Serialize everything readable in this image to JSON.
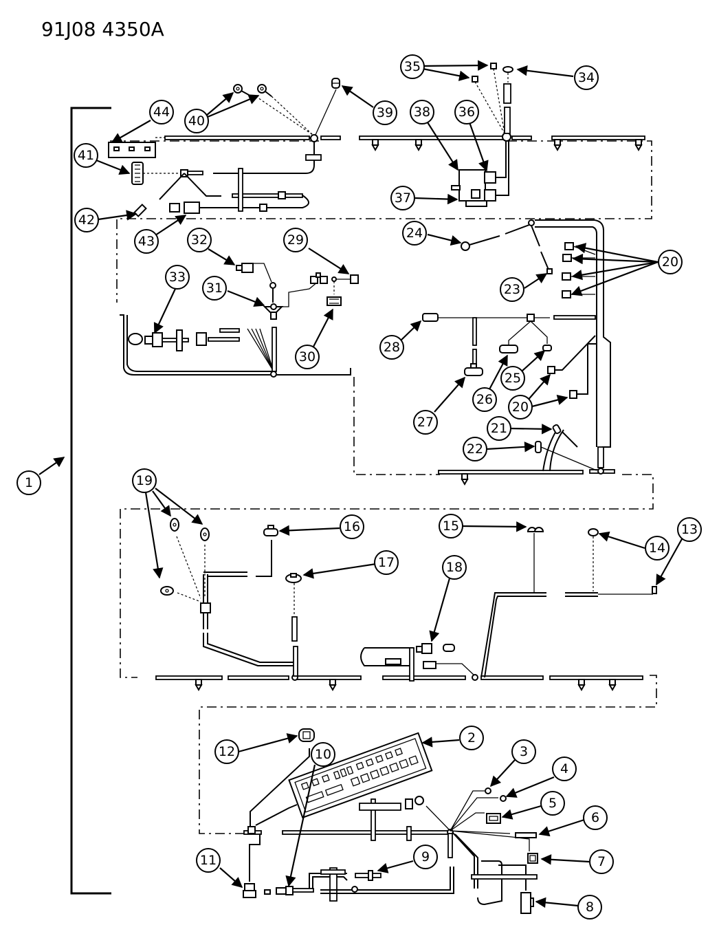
{
  "title": "91J08 4350A",
  "colors": {
    "ink": "#000000",
    "paper": "#ffffff"
  },
  "callouts": [
    {
      "id": "1",
      "label": "1"
    },
    {
      "id": "2",
      "label": "2"
    },
    {
      "id": "3",
      "label": "3"
    },
    {
      "id": "4",
      "label": "4"
    },
    {
      "id": "5",
      "label": "5"
    },
    {
      "id": "6",
      "label": "6"
    },
    {
      "id": "7",
      "label": "7"
    },
    {
      "id": "8",
      "label": "8"
    },
    {
      "id": "9",
      "label": "9"
    },
    {
      "id": "10",
      "label": "10"
    },
    {
      "id": "11",
      "label": "11"
    },
    {
      "id": "12",
      "label": "12"
    },
    {
      "id": "13",
      "label": "13"
    },
    {
      "id": "14",
      "label": "14"
    },
    {
      "id": "15",
      "label": "15"
    },
    {
      "id": "16",
      "label": "16"
    },
    {
      "id": "17",
      "label": "17"
    },
    {
      "id": "18",
      "label": "18"
    },
    {
      "id": "19",
      "label": "19"
    },
    {
      "id": "20a",
      "label": "20"
    },
    {
      "id": "20b",
      "label": "20"
    },
    {
      "id": "21",
      "label": "21"
    },
    {
      "id": "22",
      "label": "22"
    },
    {
      "id": "23",
      "label": "23"
    },
    {
      "id": "24",
      "label": "24"
    },
    {
      "id": "25",
      "label": "25"
    },
    {
      "id": "26",
      "label": "26"
    },
    {
      "id": "27",
      "label": "27"
    },
    {
      "id": "28",
      "label": "28"
    },
    {
      "id": "29",
      "label": "29"
    },
    {
      "id": "30",
      "label": "30"
    },
    {
      "id": "31",
      "label": "31"
    },
    {
      "id": "32",
      "label": "32"
    },
    {
      "id": "33",
      "label": "33"
    },
    {
      "id": "34",
      "label": "34"
    },
    {
      "id": "35",
      "label": "35"
    },
    {
      "id": "36",
      "label": "36"
    },
    {
      "id": "37",
      "label": "37"
    },
    {
      "id": "38",
      "label": "38"
    },
    {
      "id": "39",
      "label": "39"
    },
    {
      "id": "40",
      "label": "40"
    },
    {
      "id": "41",
      "label": "41"
    },
    {
      "id": "42",
      "label": "42"
    },
    {
      "id": "43",
      "label": "43"
    },
    {
      "id": "44",
      "label": "44"
    }
  ]
}
